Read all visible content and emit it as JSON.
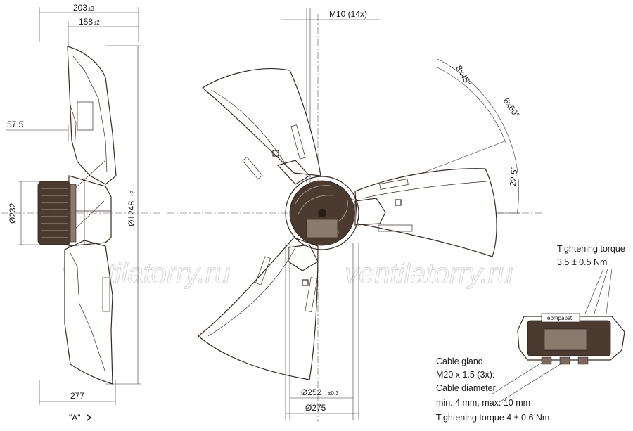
{
  "dimensions": {
    "width_203": "203",
    "tol_203": "±3",
    "width_158": "158",
    "tol_158": "±2",
    "offset_57": "57.5",
    "dia_232": "Ø232",
    "dia_1248": "Ø1248",
    "tol_1248": "±2",
    "width_277": "277",
    "view_a": "\"A\"",
    "m10": "M10 (14x)",
    "angle_8x45": "8x45°",
    "angle_6x60": "6x60°",
    "angle_22": "22.5°",
    "dia_252": "Ø252",
    "tol_252": "±0.3",
    "dia_275": "Ø275"
  },
  "notes": {
    "tightening_torque_title": "Tightening torque",
    "tightening_torque_value": "3.5 ± 0.5 Nm",
    "cable_gland_1": "Cable gland",
    "cable_gland_2": "M20 x 1.5 (3x):",
    "cable_gland_3": "Cable diameter",
    "cable_gland_4": "min. 4 mm, max. 10 mm",
    "cable_gland_5": "Tightening torque 4 ± 0.6 Nm"
  },
  "watermark": {
    "text_left": "ventilatorry.ru",
    "text_right": "ventilatorry.ru"
  },
  "brand_label": "ebmpapst",
  "colors": {
    "outline": "#3b2a20",
    "motor": "#4a3a30"
  },
  "icons": {
    "view_arrow": "chevron-right-icon"
  }
}
